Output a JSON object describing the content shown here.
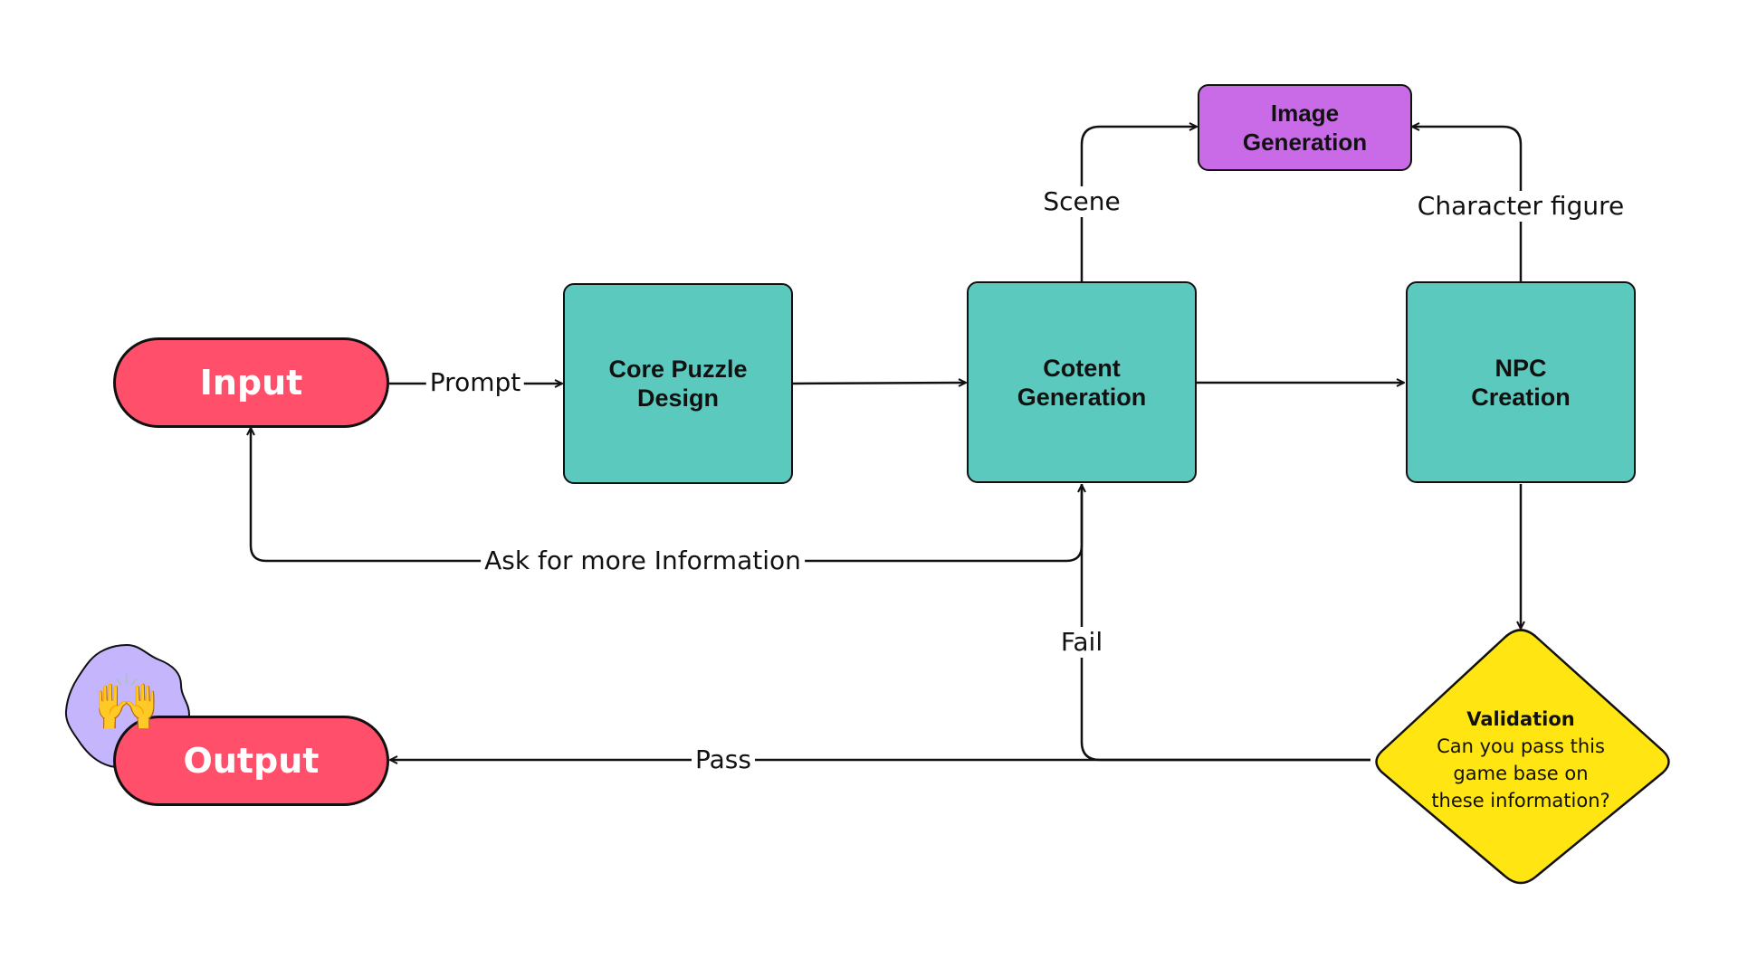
{
  "nodes": {
    "input": "Input",
    "output": "Output",
    "core_puzzle": [
      "Core Puzzle",
      "Design"
    ],
    "content_generation": [
      "Cotent",
      "Generation"
    ],
    "npc_creation": [
      "NPC",
      "Creation"
    ],
    "image_generation": [
      "Image",
      "Generation"
    ],
    "validation": {
      "title": "Validation",
      "lines": [
        "Can you pass this",
        "game base on",
        "these information?"
      ]
    }
  },
  "edges": {
    "prompt": "Prompt",
    "scene": "Scene",
    "character_figure": "Character figure",
    "ask_more": "Ask for more Information",
    "fail": "Fail",
    "pass": "Pass"
  },
  "badge": {
    "icon": "raised-hands-icon",
    "glyph": "🙌"
  },
  "colors": {
    "pill": "#FF4F6A",
    "teal_box": "#5BC9BE",
    "purple_box": "#C96AE6",
    "diamond": "#FFE512",
    "badge": "#C4B5FD",
    "stroke": "#111111"
  }
}
